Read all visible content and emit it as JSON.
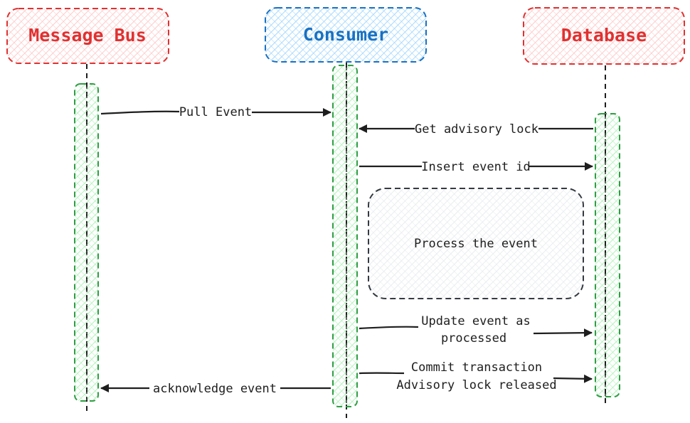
{
  "participants": [
    {
      "label": "Message Bus",
      "stroke": "#e03131",
      "fill": "#ffc9c9"
    },
    {
      "label": "Consumer",
      "stroke": "#1971c2",
      "fill": "#a5d8ff"
    },
    {
      "label": "Database",
      "stroke": "#e03131",
      "fill": "#ffc9c9"
    }
  ],
  "activation": {
    "stroke": "#2f9e44",
    "fill": "#b2f2bb"
  },
  "process_box": {
    "label": "Process the event",
    "stroke": "#343a40",
    "fill": "#e9ecef"
  },
  "messages": [
    {
      "id": "pull-event",
      "from": "Message Bus",
      "to": "Consumer",
      "lines": [
        "Pull Event"
      ]
    },
    {
      "id": "get-advisory-lock",
      "from": "Database",
      "to": "Consumer",
      "lines": [
        "Get advisory lock"
      ]
    },
    {
      "id": "insert-event-id",
      "from": "Consumer",
      "to": "Database",
      "lines": [
        "Insert event id"
      ]
    },
    {
      "id": "update-event-processed",
      "from": "Consumer",
      "to": "Database",
      "lines": [
        "Update event as",
        "processed"
      ]
    },
    {
      "id": "commit-transaction",
      "from": "Consumer",
      "to": "Database",
      "lines": [
        "Commit transaction",
        "Advisory lock released"
      ]
    },
    {
      "id": "acknowledge-event",
      "from": "Consumer",
      "to": "Message Bus",
      "lines": [
        "acknowledge event"
      ]
    }
  ],
  "line_color": "#1e1e1e"
}
